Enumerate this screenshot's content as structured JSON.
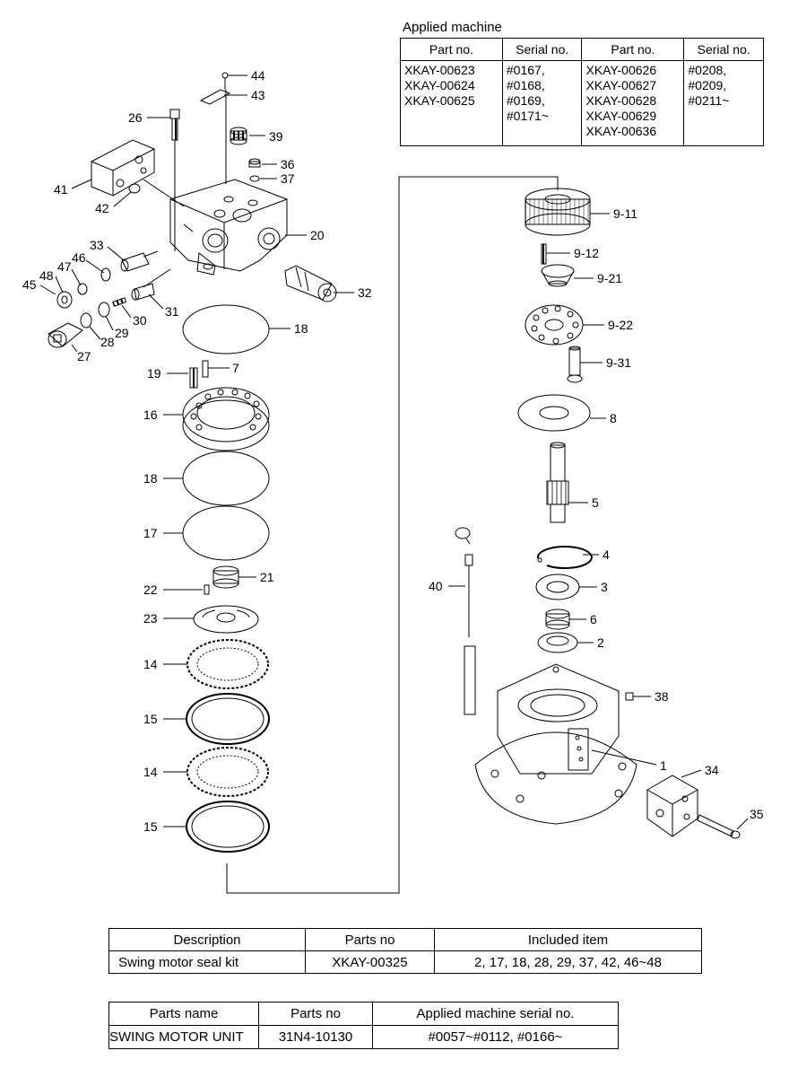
{
  "applied": {
    "title": "Applied machine",
    "headers": [
      "Part no.",
      "Serial no.",
      "Part no.",
      "Serial no."
    ],
    "col1": [
      "XKAY-00623",
      "XKAY-00624",
      "XKAY-00625"
    ],
    "col2": [
      "#0167,",
      "#0168,",
      "#0169,",
      "#0171~"
    ],
    "col3": [
      "XKAY-00626",
      "XKAY-00627",
      "XKAY-00628",
      "XKAY-00629",
      "XKAY-00636"
    ],
    "col4": [
      "#0208,",
      "#0209,",
      "#0211~"
    ]
  },
  "labels": {
    "l44": "44",
    "l43": "43",
    "l26": "26",
    "l39": "39",
    "l36": "36",
    "l37": "37",
    "l41": "41",
    "l42": "42",
    "l20": "20",
    "l33": "33",
    "l46": "46",
    "l47": "47",
    "l48": "48",
    "l45": "45",
    "l32": "32",
    "l31": "31",
    "l30": "30",
    "l29": "29",
    "l28": "28",
    "l27": "27",
    "l18a": "18",
    "l19": "19",
    "l7": "7",
    "l16": "16",
    "l18b": "18",
    "l17": "17",
    "l21": "21",
    "l22": "22",
    "l23": "23",
    "l14a": "14",
    "l15a": "15",
    "l14b": "14",
    "l15b": "15",
    "l911": "9-11",
    "l912": "9-12",
    "l921": "9-21",
    "l922": "9-22",
    "l931": "9-31",
    "l8": "8",
    "l5": "5",
    "l4": "4",
    "l40": "40",
    "l3": "3",
    "l6": "6",
    "l2": "2",
    "l38": "38",
    "l1": "1",
    "l34": "34",
    "l35": "35"
  },
  "kit": {
    "headers": [
      "Description",
      "Parts no",
      "Included item"
    ],
    "row": [
      "Swing motor seal kit",
      "XKAY-00325",
      "2, 17, 18, 28, 29, 37, 42, 46~48"
    ]
  },
  "unit": {
    "headers": [
      "Parts name",
      "Parts no",
      "Applied machine serial no."
    ],
    "row": [
      "SWING MOTOR UNIT",
      "31N4-10130",
      "#0057~#0112, #0166~"
    ]
  }
}
